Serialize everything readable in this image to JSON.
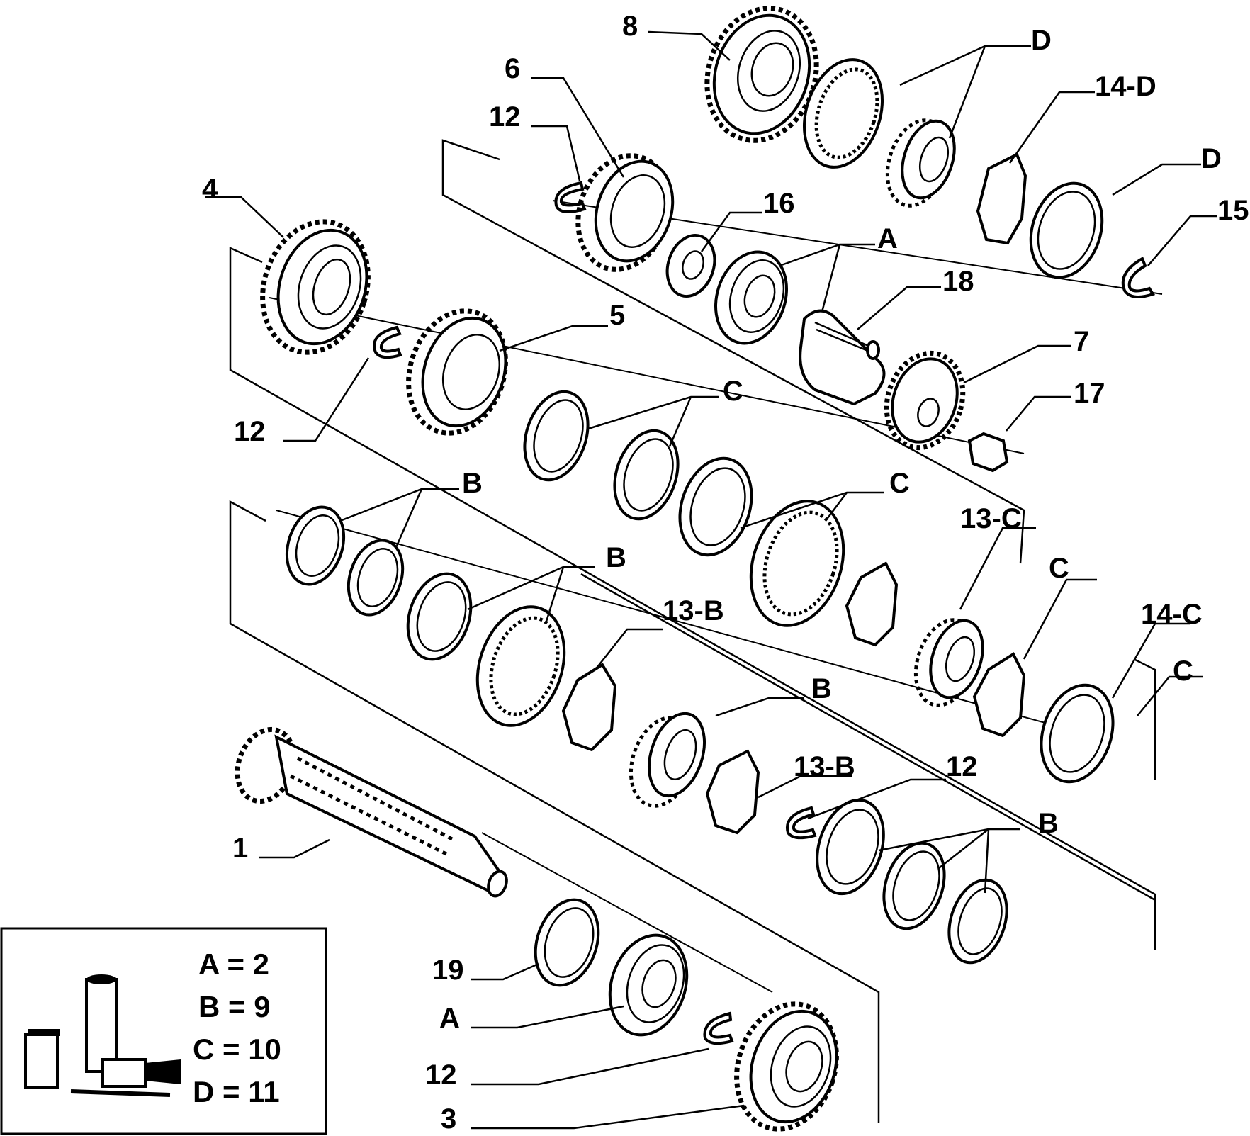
{
  "labels": {
    "p1": "1",
    "p3": "3",
    "p4": "4",
    "p5": "5",
    "p6": "6",
    "p7": "7",
    "p8": "8",
    "p12a": "12",
    "p12b": "12",
    "p12c": "12",
    "p12d": "12",
    "p13c": "13-C",
    "p13b1": "13-B",
    "p13b2": "13-B",
    "p14d": "14-D",
    "p14c": "14-C",
    "p15": "15",
    "p16": "16",
    "p17": "17",
    "p18": "18",
    "p19": "19",
    "a1": "A",
    "a2": "A",
    "b1": "B",
    "b2": "B",
    "b3": "B",
    "b4": "B",
    "c1": "C",
    "c2": "C",
    "c3": "C",
    "c4": "C",
    "d1": "D",
    "d2": "D"
  },
  "legend": {
    "rows": [
      "A = 2",
      "B = 9",
      "C = 10",
      "D = 11"
    ],
    "kit_icon": "fiat-parts-kit-icon"
  }
}
